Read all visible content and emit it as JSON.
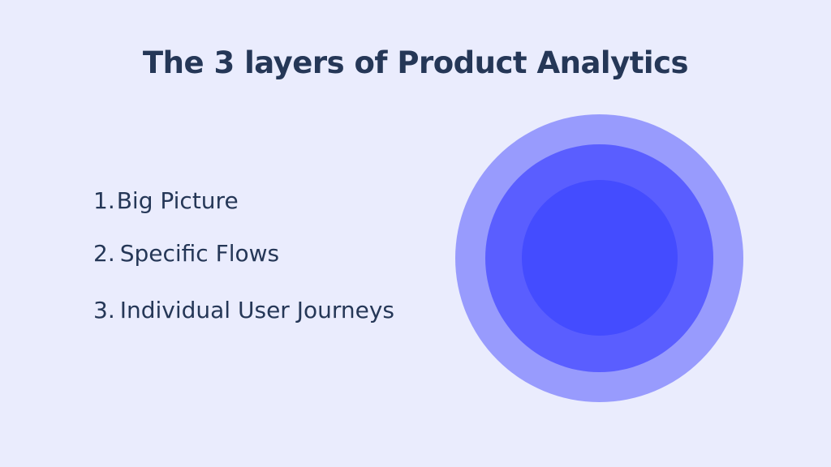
{
  "slide": {
    "title": "The 3 layers of Product Analytics",
    "list": [
      {
        "number": "1.",
        "label": "Big Picture"
      },
      {
        "number": "2.",
        "label": "Specific Flows"
      },
      {
        "number": "3.",
        "label": "Individual User Journeys"
      }
    ]
  },
  "diagram": {
    "type": "concentric-circles",
    "layers": [
      {
        "name": "outer",
        "color": "#989bfd"
      },
      {
        "name": "middle",
        "color": "#5a5eff"
      },
      {
        "name": "inner",
        "color": "#444cff"
      }
    ]
  },
  "colors": {
    "background": "#eaecfd",
    "text": "#253757"
  }
}
